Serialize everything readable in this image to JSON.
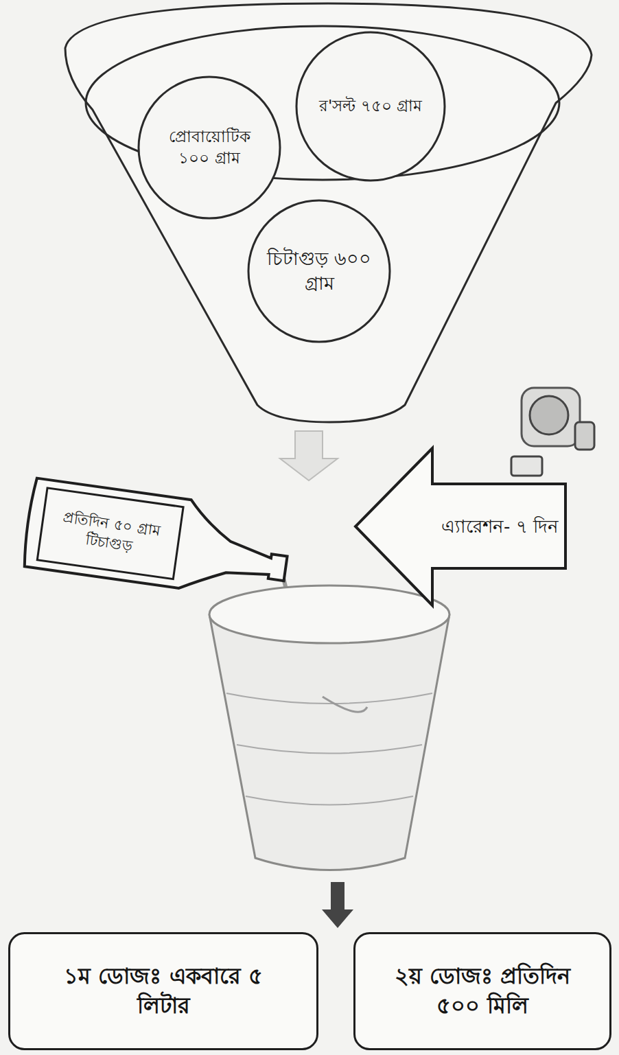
{
  "diagram": {
    "nodes": [
      {
        "text": [
          "প্রোবায়োটিক ১০০ গ্রাম"
        ]
      },
      {
        "text": [
          "র'সল্ট ৭৫০ গ্রাম"
        ]
      },
      {
        "text": [
          "চিটাগুড় ৬০০ গ্রাম"
        ]
      },
      {
        "text": [
          "প্রতিদিন ৫০ গ্রাম টিচাগুড়"
        ]
      },
      {
        "text": [
          "এ্যারেশন- ৭ দিন"
        ]
      },
      {
        "text": [
          "১ম ডোজঃ একবারে ৫ লিটার"
        ]
      },
      {
        "text": [
          "২য় ডোজঃ প্রতিদিন ৫০০ মিলি"
        ]
      }
    ]
  }
}
